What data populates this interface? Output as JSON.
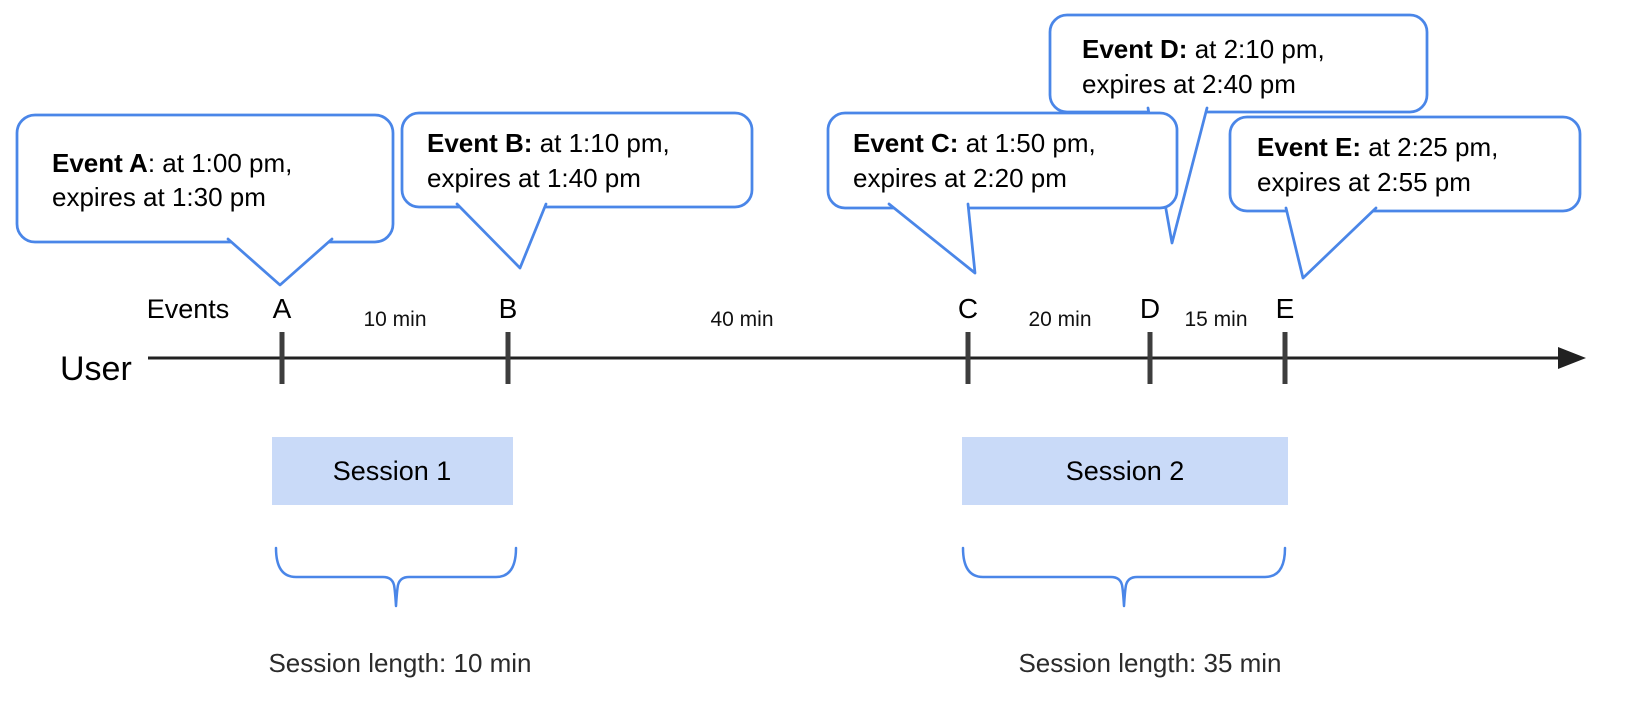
{
  "diagram": {
    "axis_row_label": "User",
    "events_row_label": "Events",
    "timeline": {
      "event_marks": [
        "A",
        "B",
        "C",
        "D",
        "E"
      ],
      "intervals": [
        "10 min",
        "40 min",
        "20 min",
        "15 min"
      ]
    },
    "bubbles": [
      {
        "event": "A",
        "bold": "Event A",
        "rest": ": at 1:00 pm,",
        "line2": "expires at 1:30 pm"
      },
      {
        "event": "B",
        "bold": "Event B:",
        "rest": " at 1:10 pm,",
        "line2": "expires at 1:40 pm"
      },
      {
        "event": "C",
        "bold": "Event C:",
        "rest": " at 1:50 pm,",
        "line2": "expires at 2:20 pm"
      },
      {
        "event": "D",
        "bold": "Event D:",
        "rest": " at 2:10 pm,",
        "line2": "expires at 2:40 pm"
      },
      {
        "event": "E",
        "bold": "Event E:",
        "rest": " at 2:25 pm,",
        "line2": "expires at 2:55 pm"
      }
    ],
    "sessions": [
      {
        "label": "Session 1",
        "length_label": "Session length: 10 min"
      },
      {
        "label": "Session 2",
        "length_label": "Session length: 35 min"
      }
    ],
    "colors": {
      "bubble_border": "#4a86e8",
      "brace": "#4a86e8",
      "session_fill": "#c9daf8",
      "axis": "#212121",
      "tick": "#3d3d3d",
      "text": "#000000"
    }
  }
}
